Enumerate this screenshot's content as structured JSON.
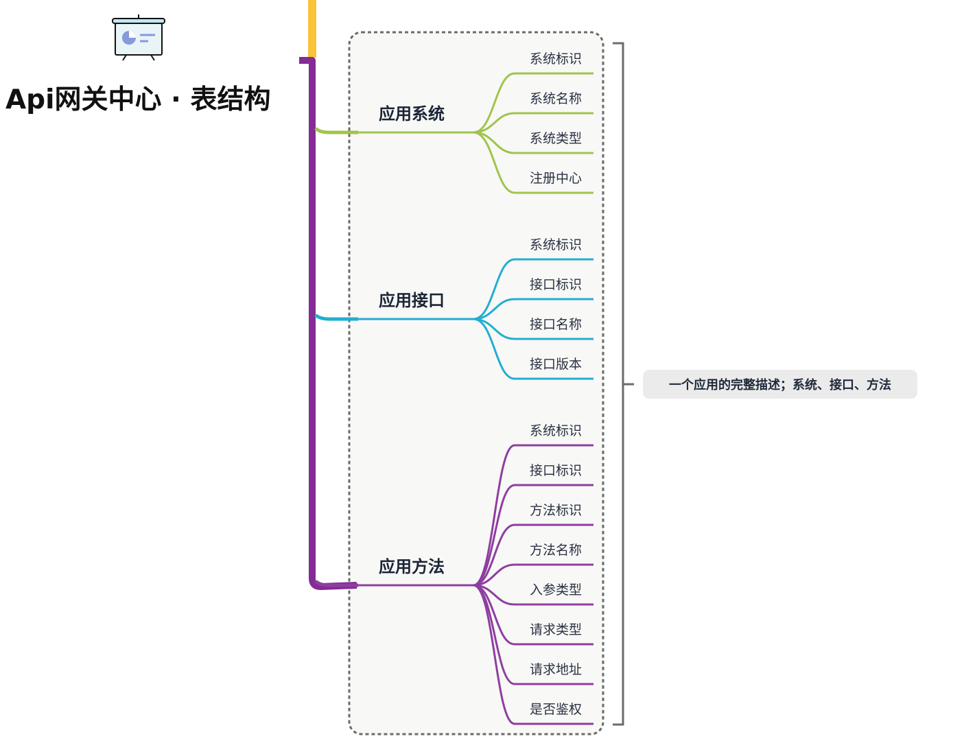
{
  "diagram": {
    "title": "Api网关中心 · 表结构",
    "title_icon": "presentation-board-icon",
    "colors": {
      "trunk_top": "#f9c43a",
      "trunk_main": "#842b94",
      "frame_fill": "#f8f8f6",
      "frame_border": "#6b6b6b",
      "bracket": "#6b6b6b",
      "note_bg": "#ebebeb",
      "text_dark": "#1a2436"
    },
    "summary_note": "一个应用的完整描述；系统、接口、方法",
    "groups": [
      {
        "label": "应用系统",
        "color": "#a0c44c",
        "children": [
          "系统标识",
          "系统名称",
          "系统类型",
          "注册中心"
        ]
      },
      {
        "label": "应用接口",
        "color": "#22aed2",
        "children": [
          "系统标识",
          "接口标识",
          "接口名称",
          "接口版本"
        ]
      },
      {
        "label": "应用方法",
        "color": "#8e3ea0",
        "children": [
          "系统标识",
          "接口标识",
          "方法标识",
          "方法名称",
          "入参类型",
          "请求类型",
          "请求地址",
          "是否鉴权"
        ]
      }
    ]
  }
}
